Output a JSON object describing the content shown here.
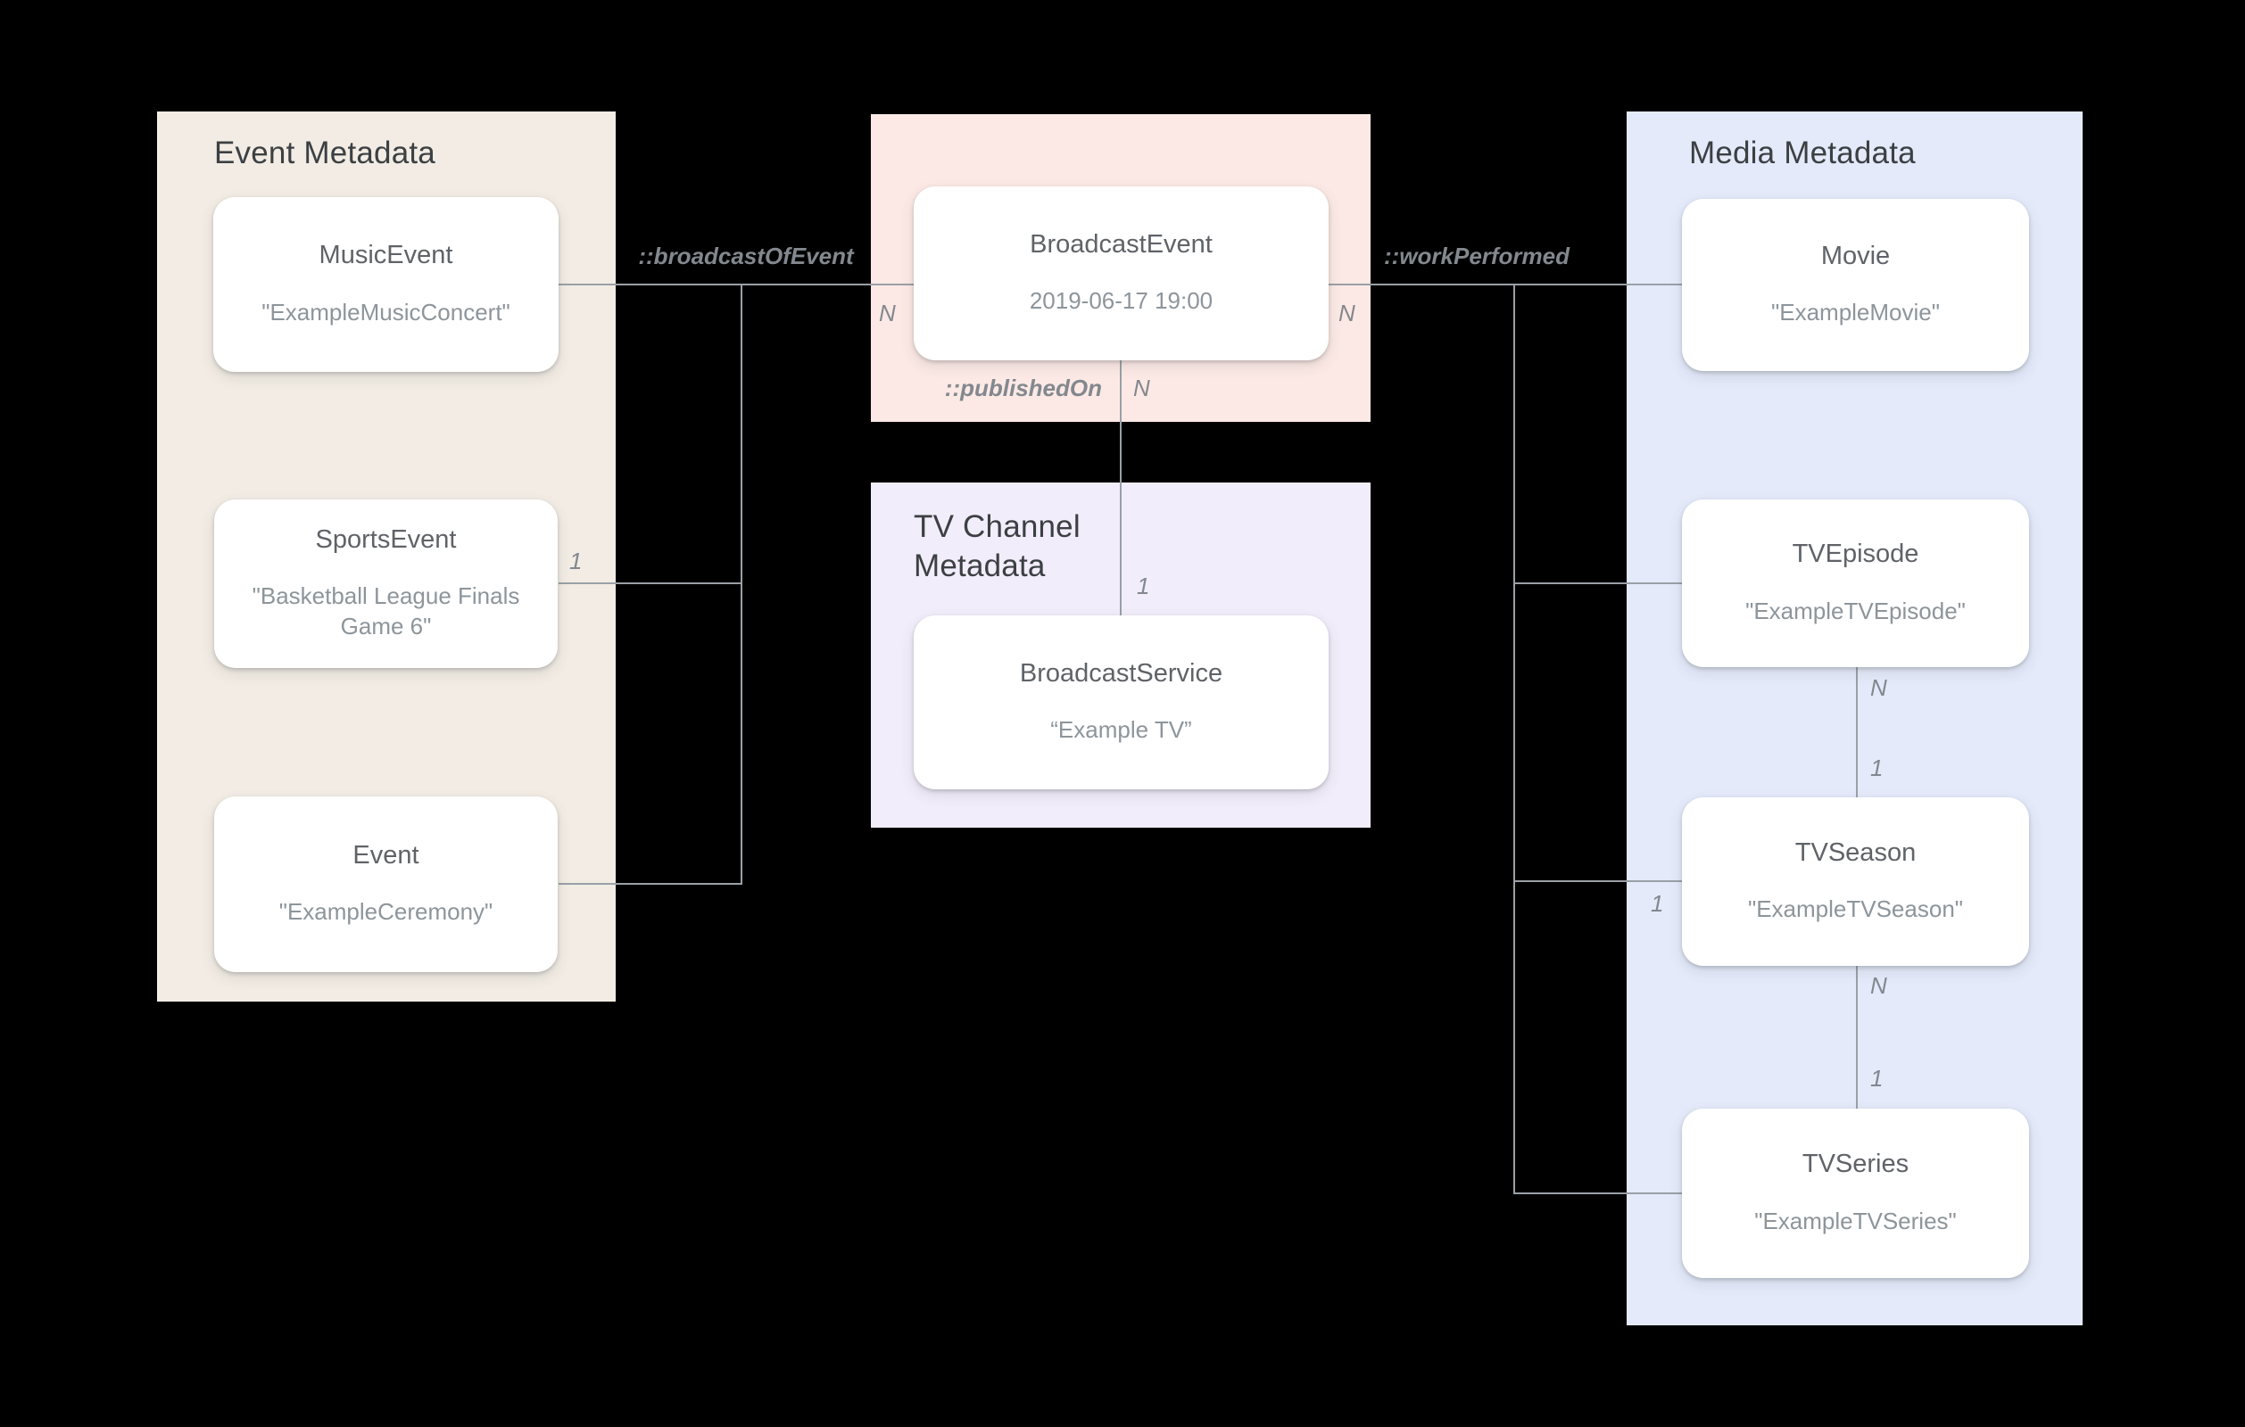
{
  "panels": {
    "event": {
      "title": "Event Metadata"
    },
    "tv_channel": {
      "title": "TV Channel Metadata",
      "title_lines": [
        "TV Channel",
        "Metadata"
      ]
    },
    "media": {
      "title": "Media Metadata"
    }
  },
  "nodes": {
    "music_event": {
      "title": "MusicEvent",
      "instance": "\"ExampleMusicConcert\""
    },
    "sports_event": {
      "title": "SportsEvent",
      "instance": "\"Basketball League Finals Game 6\""
    },
    "event": {
      "title": "Event",
      "instance": "\"ExampleCeremony\""
    },
    "broadcast_event": {
      "title": "BroadcastEvent",
      "instance": "2019-06-17 19:00"
    },
    "broadcast_service": {
      "title": "BroadcastService",
      "instance": "“Example TV”"
    },
    "movie": {
      "title": "Movie",
      "instance": "\"ExampleMovie\""
    },
    "tv_episode": {
      "title": "TVEpisode",
      "instance": "\"ExampleTVEpisode\""
    },
    "tv_season": {
      "title": "TVSeason",
      "instance": "\"ExampleTVSeason\""
    },
    "tv_series": {
      "title": "TVSeries",
      "instance": "\"ExampleTVSeries\""
    }
  },
  "relations": {
    "broadcast_of_event": {
      "label": "::broadcastOfEvent",
      "n": "N"
    },
    "work_performed": {
      "label": "::workPerformed",
      "n": "N"
    },
    "published_on": {
      "label": "::publishedOn",
      "n": "N",
      "one": "1"
    },
    "sports_branch": {
      "one": "1"
    },
    "season_branch": {
      "one": "1"
    },
    "episode_to_season": {
      "n": "N",
      "one": "1"
    },
    "season_to_series": {
      "n": "N",
      "one": "1"
    }
  },
  "colors": {
    "background": "#000000",
    "event_panel": "#f2ece4",
    "broadcast_panel": "#fce9e5",
    "tv_channel_panel": "#f2edfa",
    "media_panel": "#e4eafa",
    "card": "#ffffff",
    "connector": "#9aa0a6",
    "panel_title_text": "#3c4043",
    "card_title_text": "#5f6368",
    "card_subtitle_text": "#8d959b",
    "label_text": "#82888e"
  }
}
